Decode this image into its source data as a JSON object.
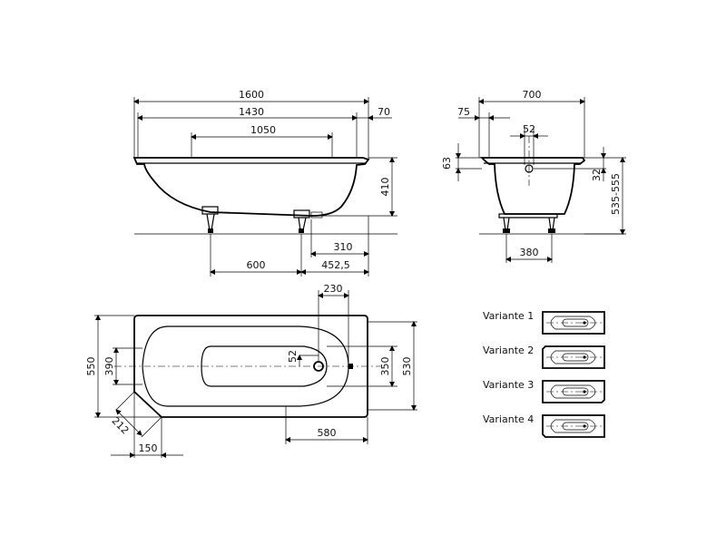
{
  "side_view": {
    "dims": {
      "total_length": "1600",
      "inner_length": "1430",
      "rim": "70",
      "bottom_length": "1050",
      "height": "410",
      "foot_offset": "310",
      "foot_spacing": "600",
      "foot_to_end": "452,5"
    }
  },
  "end_view": {
    "dims": {
      "width": "700",
      "offset": "75",
      "drain": "52",
      "rim_height": "63",
      "overflow": "32",
      "total_height": "535-555",
      "foot_spacing": "380"
    }
  },
  "top_view": {
    "dims": {
      "drain_offset": "230",
      "outer_width": "550",
      "inner_width": "390",
      "drain_size": "52",
      "bottom_width": "350",
      "rim_width": "530",
      "corner": "212",
      "corner_offset": "150",
      "bottom_offset": "580"
    }
  },
  "variants": [
    {
      "label": "Variante 1"
    },
    {
      "label": "Variante 2"
    },
    {
      "label": "Variante 3"
    },
    {
      "label": "Variante 4"
    }
  ]
}
